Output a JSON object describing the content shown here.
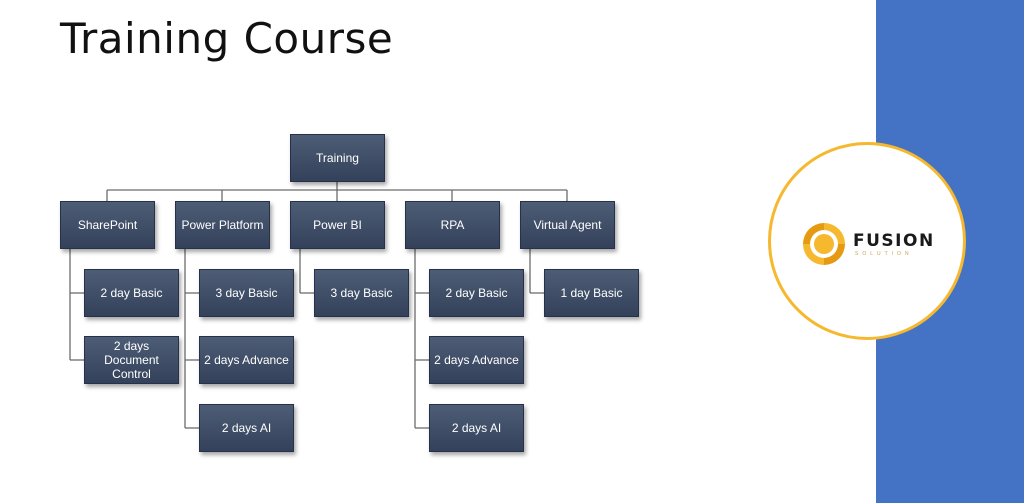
{
  "slide": {
    "title": "Training Course"
  },
  "logo": {
    "name": "FUSION",
    "tagline": "SOLUTION"
  },
  "colors": {
    "band": "#4472c4",
    "logo_ring": "#f5b82e",
    "node": "#3f4d66"
  },
  "org_chart": {
    "root": "Training",
    "branches": [
      {
        "label": "SharePoint",
        "children": [
          "2 day Basic",
          "2 days Document Control"
        ]
      },
      {
        "label": "Power Platform",
        "children": [
          "3 day Basic",
          "2 days Advance",
          "2 days AI"
        ]
      },
      {
        "label": "Power BI",
        "children": [
          "3 day Basic"
        ]
      },
      {
        "label": "RPA",
        "children": [
          "2 day Basic",
          "2 days Advance",
          "2 days AI"
        ]
      },
      {
        "label": "Virtual Agent",
        "children": [
          "1 day Basic"
        ]
      }
    ]
  }
}
